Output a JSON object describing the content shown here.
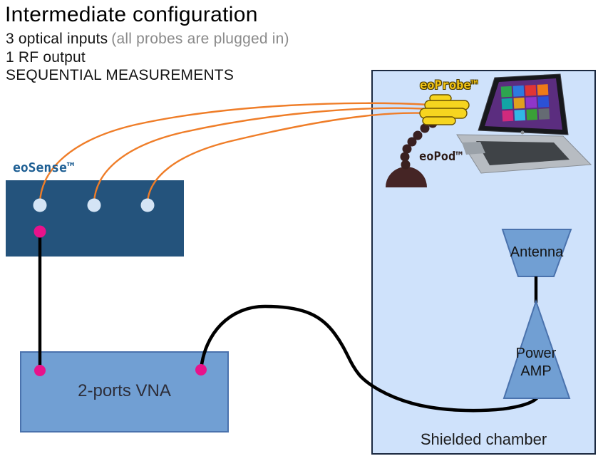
{
  "header": {
    "title": "Intermediate configuration",
    "subtitle_strong": "3 optical inputs",
    "subtitle_muted": "(all probes are plugged in)",
    "line_rf": "1 RF output",
    "line_seq": "SEQUENTIAL MEASUREMENTS"
  },
  "diagram": {
    "eosense": {
      "label": "eoSense™",
      "optical_ports": 3,
      "rf_ports": 1
    },
    "vna": {
      "label": "2-ports VNA"
    },
    "chamber": {
      "label": "Shielded chamber"
    },
    "eoprobe": {
      "label": "eoProbe™"
    },
    "eopod": {
      "label": "eoPod™"
    },
    "antenna": {
      "label": "Antenna"
    },
    "power_amp": {
      "line1": "Power",
      "line2": "AMP"
    }
  },
  "colors": {
    "fiber_orange": "#ef7d28",
    "port_magenta": "#e8128b",
    "eosense_blue": "#24537c",
    "component_blue": "#719fd3",
    "component_border": "#4a72ad",
    "chamber_fill": "#cfe2fb",
    "chamber_border": "#1b2940",
    "probe_yellow": "#f6d51f",
    "pod_maroon": "#452525",
    "cable_black": "#000000",
    "optical_port_fill": "#d4e4f5"
  }
}
